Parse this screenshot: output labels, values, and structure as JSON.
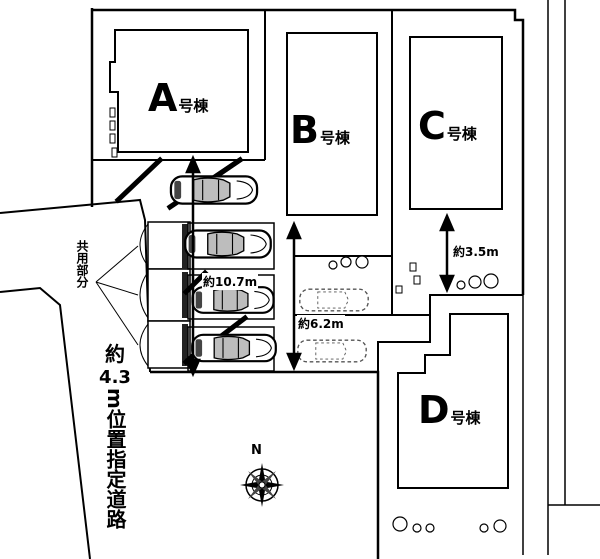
{
  "buildings": [
    {
      "id": "A",
      "suffix": "号棟"
    },
    {
      "id": "B",
      "suffix": "号棟"
    },
    {
      "id": "C",
      "suffix": "号棟"
    },
    {
      "id": "D",
      "suffix": "号棟"
    }
  ],
  "measurements": {
    "parking_length": "約10.7m",
    "driveway_width": "約6.2m",
    "setback_c": "約3.5m"
  },
  "shared_area_label": "共用部分",
  "road_label_prefix": "約",
  "road_label_width": "4.3",
  "road_label_main": "m位置指定道路",
  "compass_label": "N",
  "colors": {
    "line": "#000000",
    "background": "#ffffff",
    "dashed_car": "#555555"
  }
}
